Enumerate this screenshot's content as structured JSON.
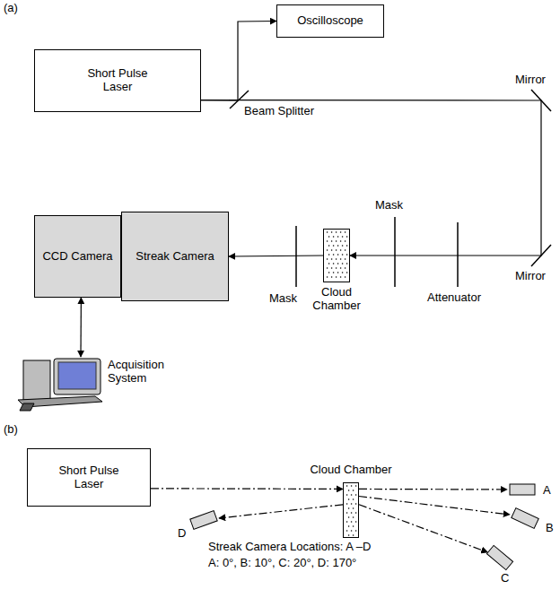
{
  "diagram": {
    "nodes": [
      {
        "text": [
          "Oscilloscope"
        ]
      },
      {
        "text": [
          "Short Pulse Laser"
        ]
      },
      {
        "text": [
          "CCD Camera"
        ]
      },
      {
        "text": [
          "Streak Camera"
        ]
      },
      {
        "text": [
          "Cloud Chamber"
        ]
      },
      {
        "text": [
          "Acquisition System"
        ]
      },
      {
        "text": [
          "Short Pulse Laser"
        ]
      },
      {
        "text": [
          "Cloud Chamber"
        ]
      },
      {
        "text": [
          "A"
        ]
      },
      {
        "text": [
          "B"
        ]
      },
      {
        "text": [
          "C"
        ]
      },
      {
        "text": [
          "D"
        ]
      }
    ],
    "edges": [
      {
        "from": 1,
        "to": 0,
        "arrow": "to"
      },
      {
        "from": 1,
        "to": 4,
        "arrow": "to"
      },
      {
        "from": 4,
        "to": 3,
        "arrow": "to"
      },
      {
        "from": 2,
        "to": 5,
        "arrow": "both"
      },
      {
        "from": 6,
        "to": 7,
        "arrow": "to"
      },
      {
        "from": 7,
        "to": 8,
        "arrow": "to"
      },
      {
        "from": 7,
        "to": 9,
        "arrow": "to"
      },
      {
        "from": 7,
        "to": 10,
        "arrow": "to"
      },
      {
        "from": 7,
        "to": 11,
        "arrow": "to"
      }
    ],
    "labels": [
      "(a)",
      "Mirror",
      "Beam Splitter",
      "Mask",
      "Mirror",
      "Mask",
      "Attenuator",
      "(b)",
      "Streak Camera Locations: A –D",
      "A: 0°, B: 10°, C: 20°, D: 170°"
    ]
  }
}
